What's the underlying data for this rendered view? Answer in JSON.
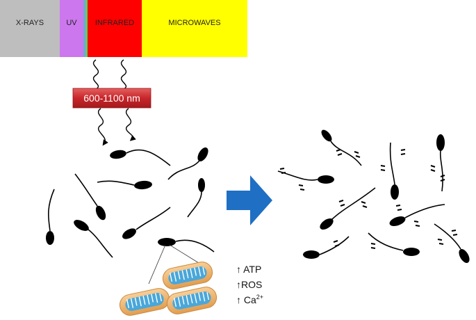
{
  "spectrum": {
    "bands": [
      {
        "label": "X-RAYS",
        "color": "#bebebe"
      },
      {
        "label": "UV",
        "color": "#cc77ee"
      },
      {
        "label": "",
        "color": "#6fa8dc"
      },
      {
        "label": "",
        "color": "#66cc66"
      },
      {
        "label": "INFRARED",
        "color": "#ff0000"
      },
      {
        "label": "MICROWAVES",
        "color": "#ffff00"
      }
    ]
  },
  "wavelength_label": "600-1100 nm",
  "effects": {
    "atp": "↑ ATP",
    "ros": "↑ROS",
    "ca_prefix": "↑ Ca",
    "ca_superscript": "2+"
  },
  "colors": {
    "arrow": "#1f6fc4",
    "sperm": "#000000",
    "mitochondria_outer": "#f0b470",
    "mitochondria_inner": "#4aa7d9",
    "label_box": "#c8262a"
  },
  "icons": {
    "transition_arrow": "right-arrow-icon",
    "light_ray": "wavy-arrow-icon"
  }
}
